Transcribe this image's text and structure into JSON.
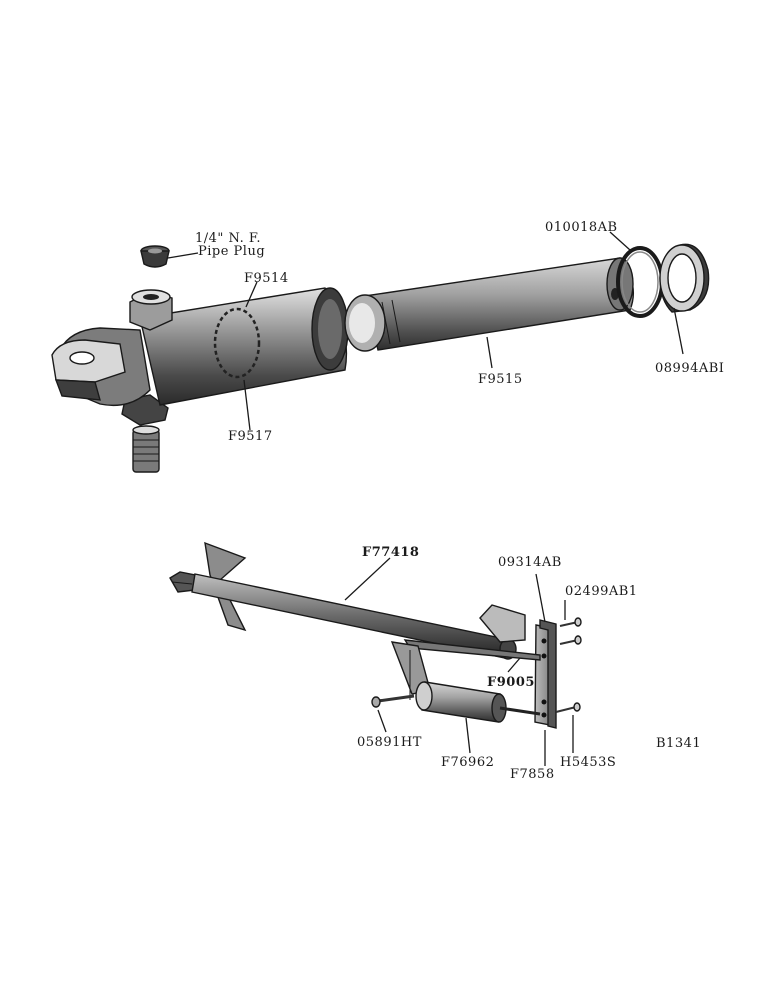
{
  "diagram_code": "B1341",
  "labels": {
    "pipe_plug_size": "1/4\" N. F.",
    "pipe_plug_name": "Pipe Plug",
    "f9514": "F9514",
    "f9515": "F9515",
    "f9517": "F9517",
    "p010018ab": "010018AB",
    "p08994abi": "08994ABI",
    "f77418": "F77418",
    "p09314ab": "09314AB",
    "p02499ab1": "02499AB1",
    "f9005": "F9005",
    "p05891ht": "05891HT",
    "f76962": "F76962",
    "f7858": "F7858",
    "h5453s": "H5453S"
  },
  "colors": {
    "ink": "#1a1a1a",
    "shade_dark": "#3a3a3a",
    "shade_mid": "#8a8a8a",
    "shade_light": "#c8c8c8"
  }
}
